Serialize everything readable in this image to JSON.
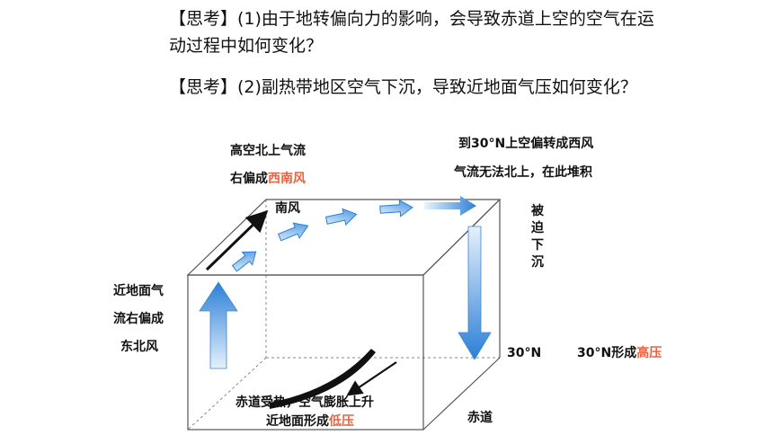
{
  "questions": {
    "q1_line1": "【思考】(1)由于地转偏向力的影响，会导致赤道上空的空气在运",
    "q1_line2": "动过程中如何变化？",
    "q2": "【思考】(2)副热带地区空气下沉，导致近地面气压如何变化？"
  },
  "labels": {
    "upper_flow_1": "高空北上气流",
    "upper_flow_2_prefix": "右偏成",
    "upper_flow_2_hl": "西南风",
    "south_wind": "南风",
    "at30_1": "到30°N上空偏转成西风",
    "at30_2": "气流无法北上，在此堆积",
    "sink": "被迫下沉",
    "surface_1": "近地面气",
    "surface_2": "流右偏成",
    "surface_3": "东北风",
    "lat30": "30°N",
    "high_prefix": "30°N形成",
    "high_hl": "高压",
    "equator_1": "赤道受热，空气膨胀上升",
    "equator_2_prefix": "近地面形成",
    "equator_2_hl": "低压",
    "equator": "赤道"
  },
  "colors": {
    "arrow_blue": "#2b7fd6",
    "arrow_light": "#cfe6fb",
    "highlight": "#e8633f",
    "box_line": "#555555"
  }
}
